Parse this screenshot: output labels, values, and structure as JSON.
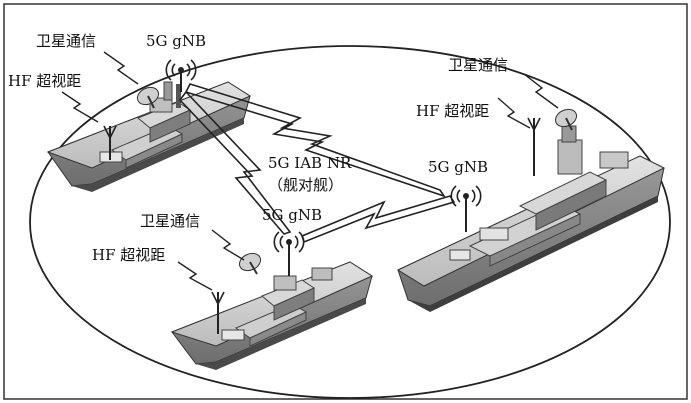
{
  "ships": [
    {
      "satellite": "卫星通信",
      "hf": "HF 超视距",
      "gnb": "5G gNB"
    },
    {
      "satellite": "卫星通信",
      "hf": "HF 超视距",
      "gnb": "5G gNB"
    },
    {
      "satellite": "卫星通信",
      "hf": "HF 超视距",
      "gnb": "5G gNB"
    }
  ],
  "link": {
    "name": "5G IAB NR",
    "subtitle": "（舰对舰）"
  },
  "colors": {
    "hull_light": "#d4d4d4",
    "hull_mid": "#a8a8a8",
    "hull_dark": "#5a5a5a",
    "line": "#222222"
  }
}
